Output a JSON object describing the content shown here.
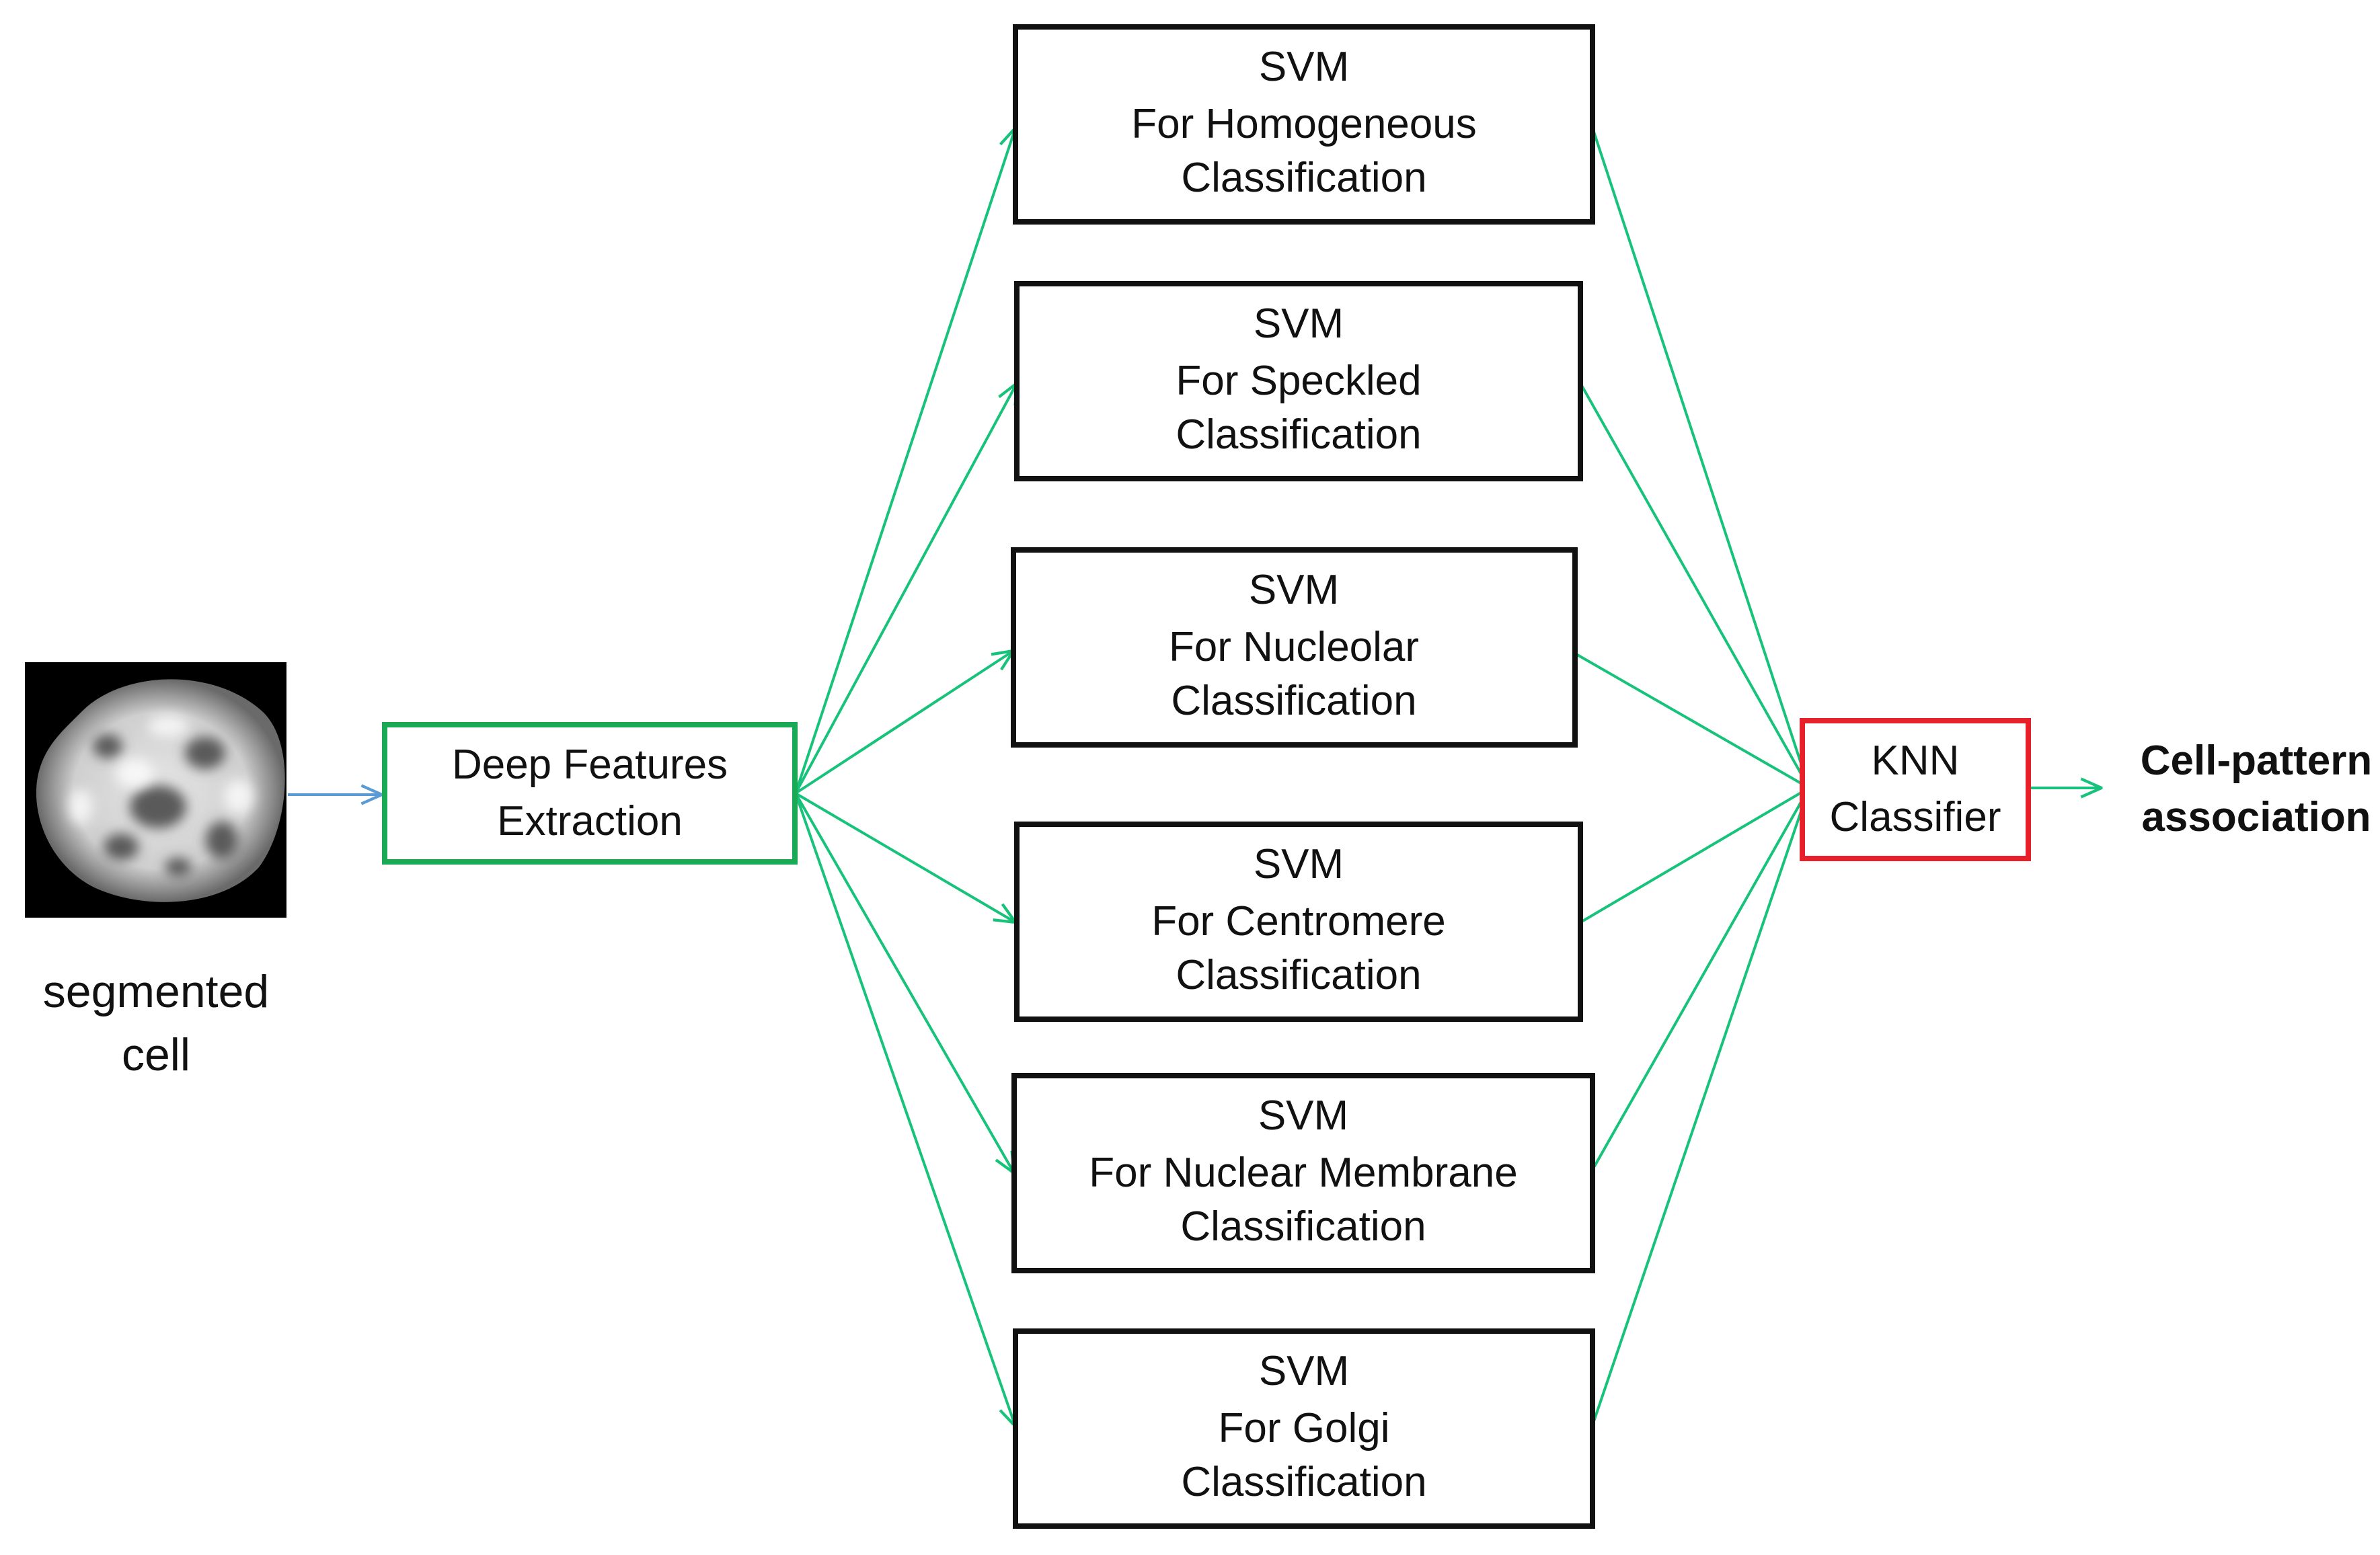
{
  "cell_image": {
    "caption_line1": "segmented",
    "caption_line2": "cell"
  },
  "feature_box": {
    "line1": "Deep Features",
    "line2": "Extraction",
    "border_color": "#1aaa55"
  },
  "svm_boxes": [
    {
      "line1": "SVM",
      "line2": "For Homogeneous",
      "line3": "Classification"
    },
    {
      "line1": "SVM",
      "line2": "For Speckled",
      "line3": "Classification"
    },
    {
      "line1": "SVM",
      "line2": "For Nucleolar",
      "line3": "Classification"
    },
    {
      "line1": "SVM",
      "line2": "For Centromere",
      "line3": "Classification"
    },
    {
      "line1": "SVM",
      "line2": "For Nuclear Membrane",
      "line3": "Classification"
    },
    {
      "line1": "SVM",
      "line2": "For Golgi",
      "line3": "Classification"
    }
  ],
  "knn_box": {
    "line1": "KNN",
    "line2": "Classifier",
    "border_color": "#e8202a"
  },
  "output": {
    "line1": "Cell-pattern",
    "line2": "association"
  },
  "colors": {
    "connector": "#17c27a",
    "input_arrow": "#5b9bd5",
    "box_border": "#111111"
  }
}
